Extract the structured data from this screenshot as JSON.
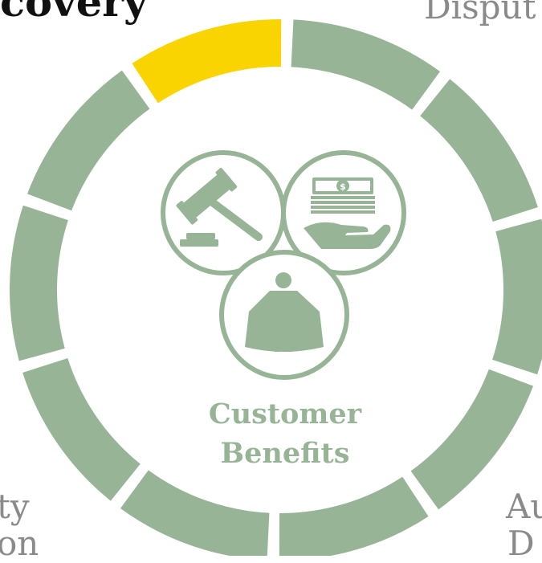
{
  "labels": {
    "top_left": "covery",
    "top_right": "Disput",
    "bottom_left_1": "ty",
    "bottom_left_2": "on",
    "bottom_right_1": "Au",
    "bottom_right_2": "D"
  },
  "center": {
    "line1": "Customer",
    "line2": "Benefits"
  },
  "icons": [
    "gavel-icon",
    "money-hand-icon",
    "superhero-icon"
  ],
  "colors": {
    "segment": "#97b596",
    "highlight": "#f9d400",
    "center_text": "#97b596",
    "label_dark": "#111111",
    "label_gray": "#8a8a8a"
  },
  "ring": {
    "segment_count": 10,
    "highlighted_segment": 10
  }
}
